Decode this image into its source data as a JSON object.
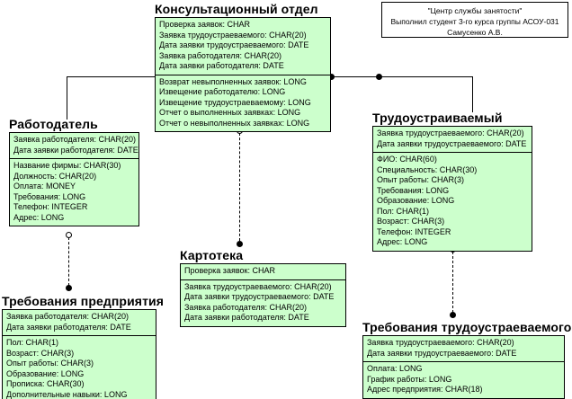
{
  "diagram": {
    "title_block": {
      "lines": [
        "\"Центр службы занятости\"",
        "Выполнил студент 3-го курса группы АСОУ-031",
        "Самусенко А.В."
      ]
    },
    "entities": [
      {
        "id": "consult",
        "title": "Консультационный отдел",
        "key_attributes": [
          "Проверка заявок: CHAR",
          "Заявка трудоустраеваемого: CHAR(20)",
          "Дата заявки трудоустраеваемого: DATE",
          "Заявка работодателя: CHAR(20)",
          "Дата заявки работодателя: DATE"
        ],
        "attributes": [
          "Возврат невыполненных заявок: LONG",
          "Извещение работодателю: LONG",
          "Извещение трудоустраеваемому: LONG",
          "Отчет о выполненных заявках: LONG",
          "Отчет о невыполненных заявках: LONG"
        ]
      },
      {
        "id": "employer",
        "title": "Работодатель",
        "key_attributes": [
          "Заявка работодателя: CHAR(20)",
          "Дата заявки работодателя: DATE"
        ],
        "attributes": [
          "Название фирмы: CHAR(30)",
          "Должность: CHAR(20)",
          "Оплата: MONEY",
          "Требования: LONG",
          "Телефон: INTEGER",
          "Адрес: LONG"
        ]
      },
      {
        "id": "jobseeker",
        "title": "Трудоустраиваемый",
        "key_attributes": [
          "Заявка трудоустраеваемого: CHAR(20)",
          "Дата заявки трудоустраеваемого: DATE"
        ],
        "attributes": [
          "ФИО: CHAR(60)",
          "Специальность: CHAR(30)",
          "Опыт работы: CHAR(3)",
          "Требования: LONG",
          "Образование: LONG",
          "Пол: CHAR(1)",
          "Возраст: CHAR(3)",
          "Телефон: INTEGER",
          "Адрес: LONG"
        ]
      },
      {
        "id": "cardindex",
        "title": "Картотека",
        "key_attributes": [
          "Проверка заявок: CHAR"
        ],
        "attributes": [
          "Заявка трудоустраеваемого: CHAR(20)",
          "Дата заявки трудоустраеваемого: DATE",
          "Заявка работодателя: CHAR(20)",
          "Дата заявки работодателя: DATE"
        ]
      },
      {
        "id": "company-req",
        "title": "Требования предприятия",
        "key_attributes": [
          "Заявка работодателя: CHAR(20)",
          "Дата заявки работодателя: DATE"
        ],
        "attributes": [
          "Пол: CHAR(1)",
          "Возраст: CHAR(3)",
          "Опыт работы: CHAR(3)",
          "Образование: LONG",
          "Прописка: CHAR(30)",
          "Дополнительные навыки: LONG"
        ]
      },
      {
        "id": "seeker-req",
        "title": "Требования трудоустраеваемого",
        "key_attributes": [
          "Заявка трудоустраеваемого: CHAR(20)",
          "Дата заявки трудоустраеваемого: DATE"
        ],
        "attributes": [
          "Оплата: LONG",
          "График работы: LONG",
          "Адрес предприятия: CHAR(18)"
        ]
      }
    ],
    "colors": {
      "entity_fill": "#ccffcc",
      "entity_border": "#000000",
      "shadow": "#808080",
      "canvas": "#ffffff"
    }
  }
}
